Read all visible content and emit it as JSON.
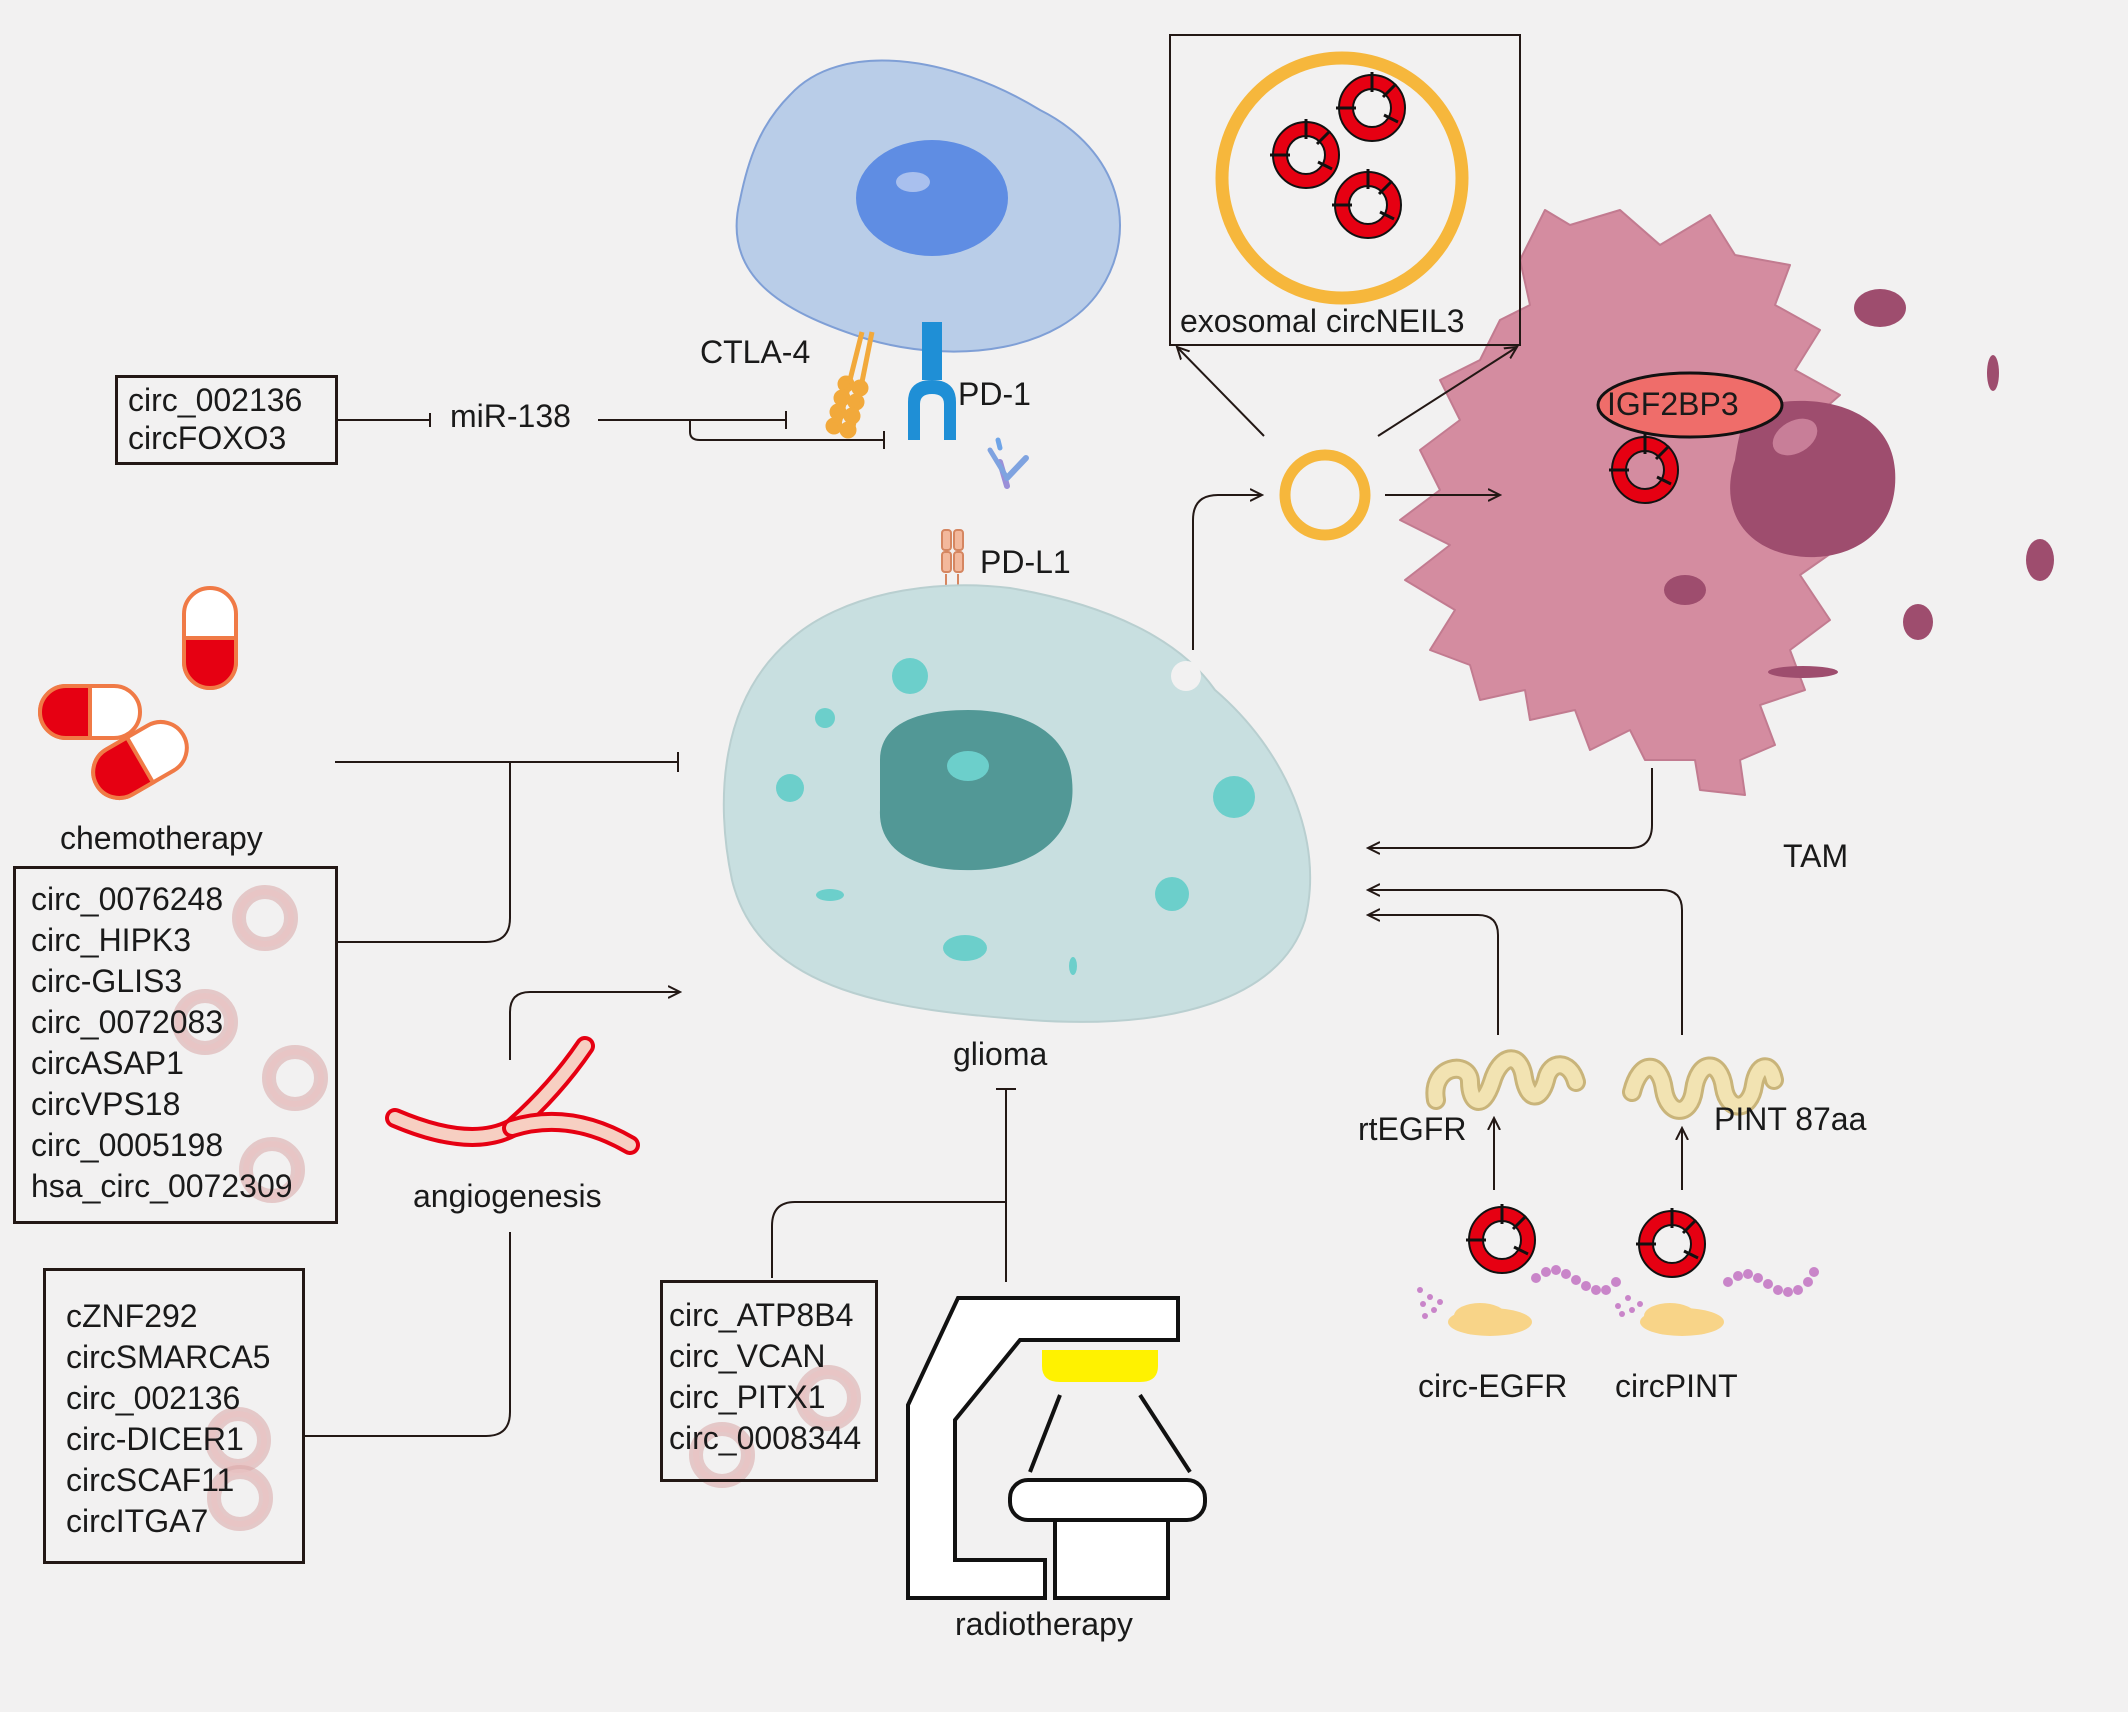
{
  "labels": {
    "ctla4": "CTLA-4",
    "pd1": "PD-1",
    "pdl1": "PD-L1",
    "mir138": "miR-138",
    "exosomal": "exosomal circNEIL3",
    "igf2bp3": "IGF2BP3",
    "tam": "TAM",
    "glioma": "glioma",
    "chemotherapy": "chemotherapy",
    "angiogenesis": "angiogenesis",
    "radiotherapy": "radiotherapy",
    "rtegfr": "rtEGFR",
    "pint87aa": "PINT 87aa",
    "circ_egfr": "circ-EGFR",
    "circpint": "circPINT"
  },
  "immune_box": [
    "circ_002136",
    "circFOXO3"
  ],
  "chemo_box": [
    "circ_0076248",
    "circ_HIPK3",
    "circ-GLIS3",
    "circ_0072083",
    "circASAP1",
    "circVPS18",
    "circ_0005198",
    "hsa_circ_0072309"
  ],
  "angio_box": [
    "cZNF292",
    "circSMARCA5",
    "circ_002136",
    "circ-DICER1",
    "circSCAF11",
    "circITGA7"
  ],
  "radio_box": [
    "circ_ATP8B4",
    "circ_VCAN",
    "circ_PITX1",
    "circ_0008344"
  ],
  "colors": {
    "background": "#f2f1f1",
    "t_cell": "#b9cde8",
    "t_cell_nucleus": "#5f8de3",
    "glioma_cell": "#c8dfe0",
    "glioma_nucleus": "#529896",
    "tam_cell": "#d48ca0",
    "tam_nucleus": "#9e4d6e",
    "circ_rna": "#e60012",
    "exosome": "#f6b73c",
    "pd1": "#1f8fd6",
    "ctla4": "#f2a93b",
    "pdl1": "#e59a74"
  },
  "icons": [
    "t-cell",
    "glioma-cell",
    "tam-cell",
    "exosome",
    "pill-capsule",
    "blood-vessel",
    "radiotherapy-machine",
    "ribosome",
    "peptide-chain",
    "circ-rna"
  ]
}
